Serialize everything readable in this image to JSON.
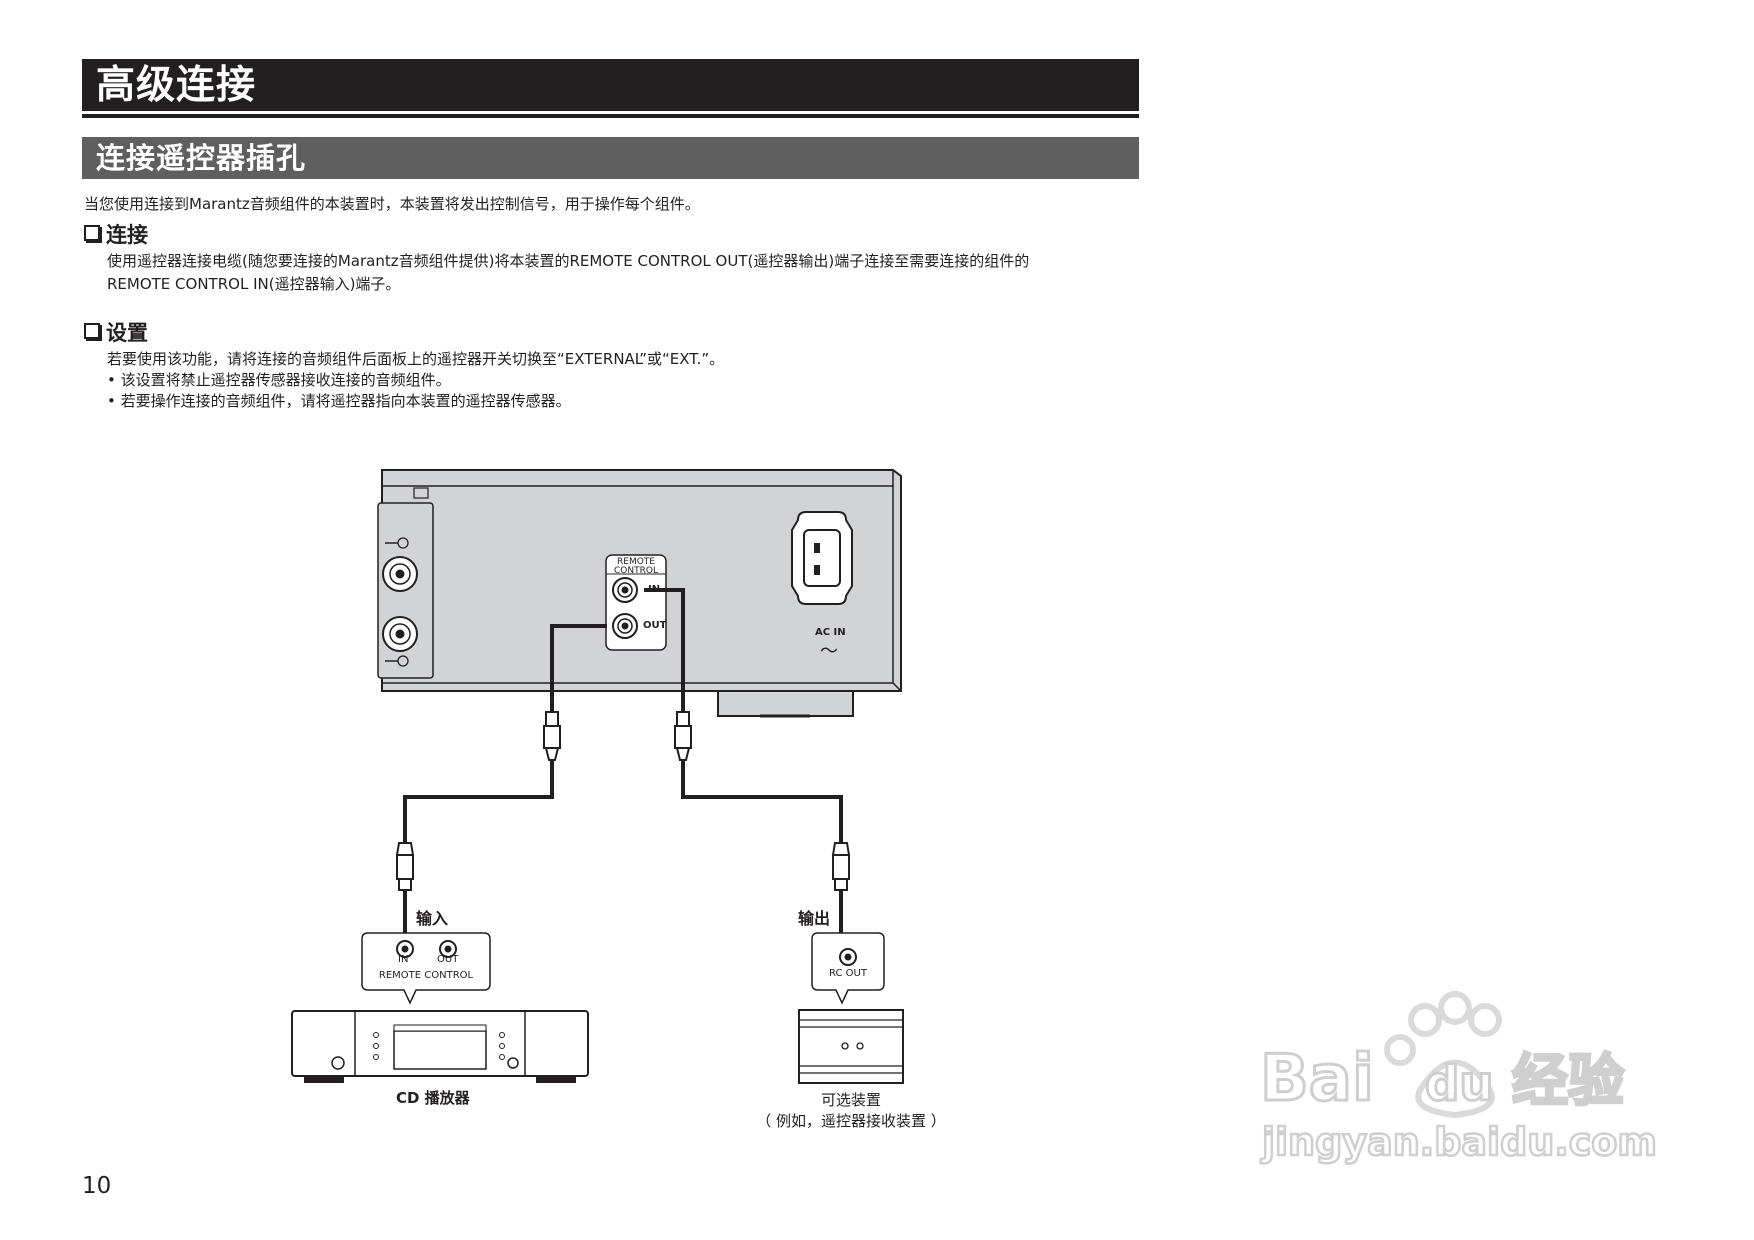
{
  "title": "高级连接",
  "subtitle": "连接遥控器插孔",
  "intro": "当您使用连接到Marantz音频组件的本装置时，本装置将发出控制信号，用于操作每个组件。",
  "connection": {
    "heading": "连接",
    "line1": "使用遥控器连接电缆(随您要连接的Marantz音频组件提供)将本装置的REMOTE CONTROL OUT(遥控器输出)端子连接至需要连接的组件的",
    "line2": "REMOTE CONTROL IN(遥控器输入)端子。"
  },
  "settings": {
    "heading": "设置",
    "line1": "若要使用该功能，请将连接的音频组件后面板上的遥控器开关切换至“EXTERNAL”或“EXT.”。",
    "bullets": [
      "• 该设置将禁止遥控器传感器接收连接的音频组件。",
      "• 若要操作连接的音频组件，请将遥控器指向本装置的遥控器传感器。"
    ]
  },
  "diagram": {
    "rc_panel_line1": "REMOTE",
    "rc_panel_line2": "CONTROL",
    "rc_in": "IN",
    "rc_out": "OUT",
    "ac_in": "AC IN",
    "ac_symbol": "～",
    "cd_input_label": "输入",
    "cd_jack_in": "IN",
    "cd_jack_out": "OUT",
    "cd_jacks_caption": "REMOTE CONTROL",
    "cd_player_label": "CD 播放器",
    "opt_output_label": "输出",
    "opt_jack": "RC OUT",
    "opt_device_label": "可选装置",
    "opt_device_example": "（ 例如，遥控器接收装置 ）"
  },
  "page_number": "10",
  "watermark": {
    "brand": "Bai du 经验",
    "url": "jingyan.baidu.com"
  },
  "colors": {
    "title_bar": "#231f20",
    "subtitle_bar": "#5f5f5f",
    "panel_gray": "#d1d3d4"
  }
}
